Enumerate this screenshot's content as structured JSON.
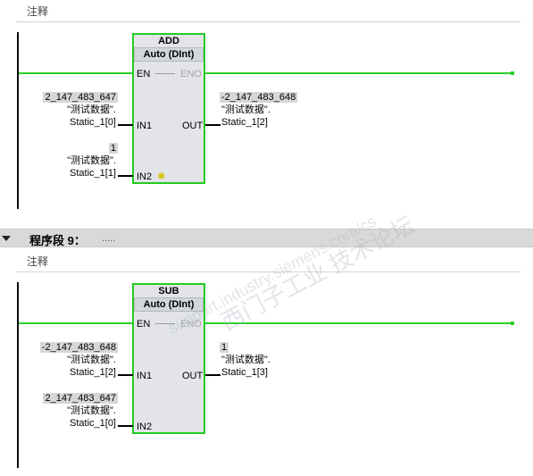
{
  "network8": {
    "comment": "注释",
    "block": {
      "name": "ADD",
      "type": "Auto (DInt)"
    },
    "pins": {
      "en": "EN",
      "eno": "ENO",
      "in1": "IN1",
      "in2": "IN2",
      "out": "OUT"
    },
    "in1": {
      "value": "2_147_483_647",
      "db": "\"测试数据\".",
      "member": "Static_1[0]"
    },
    "in2": {
      "value": "1",
      "db": "\"测试数据\".",
      "member": "Static_1[1]"
    },
    "out": {
      "value": "-2_147_483_648",
      "db": "\"测试数据\".",
      "member": "Static_1[2]"
    },
    "spark_glyph": "✱"
  },
  "network9": {
    "title": "程序段 9：",
    "dots": ".....",
    "comment": "注释",
    "block": {
      "name": "SUB",
      "type": "Auto (DInt)"
    },
    "pins": {
      "en": "EN",
      "eno": "ENO",
      "in1": "IN1",
      "in2": "IN2",
      "out": "OUT"
    },
    "in1": {
      "value": "-2_147_483_648",
      "db": "\"测试数据\".",
      "member": "Static_1[2]"
    },
    "in2": {
      "value": "2_147_483_647",
      "db": "\"测试数据\".",
      "member": "Static_1[0]"
    },
    "out": {
      "value": "1",
      "db": "\"测试数据\".",
      "member": "Static_1[3]"
    }
  },
  "watermark": {
    "cn": "西门子工业 技术论坛",
    "en": "support.industry.siemens.com/cs"
  },
  "colors": {
    "wire": "#2ad12a",
    "block_border": "#22cc22",
    "block_fill": "#e2e4e8",
    "value_highlight": "#d6d6d6"
  }
}
